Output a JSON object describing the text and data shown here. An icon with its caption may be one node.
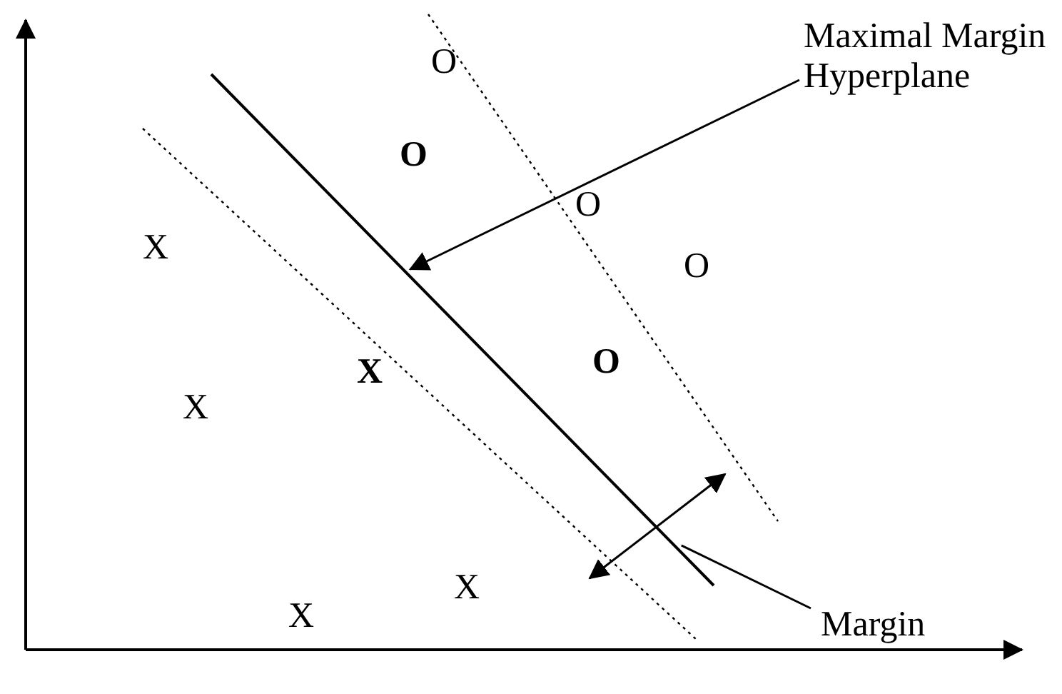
{
  "diagram": {
    "nodes": [
      {
        "text": [
          "Maximal Margin Hyperplane"
        ]
      },
      {
        "text": [],
        "shape": "line"
      },
      {
        "text": [
          "Margin"
        ]
      }
    ],
    "edges": [
      {
        "from": 0,
        "to": 1,
        "arrow": "to"
      },
      {
        "from": 2,
        "to": 1,
        "arrow": "none"
      }
    ],
    "labels": [
      "O",
      "O",
      "O",
      "X",
      "O",
      "X",
      "O",
      "X",
      "X",
      "X"
    ]
  }
}
